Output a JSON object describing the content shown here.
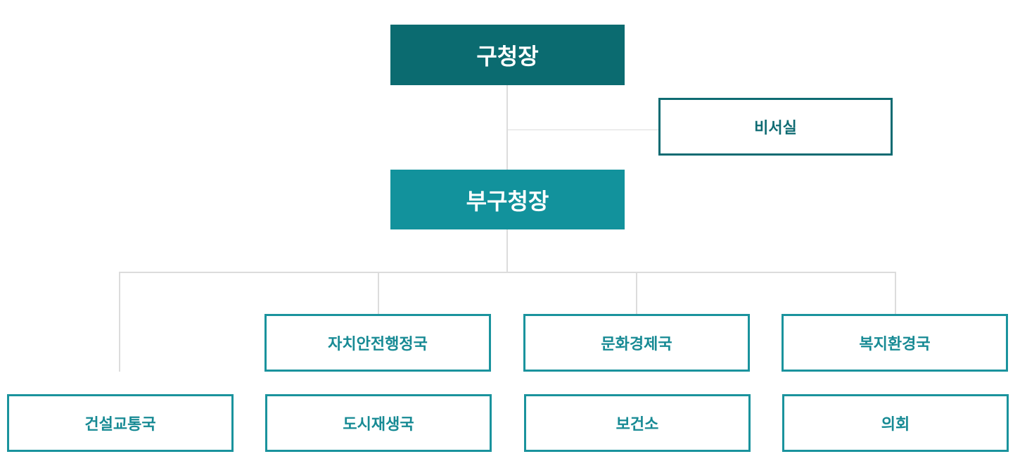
{
  "org_chart": {
    "top": "구청장",
    "secretary": "비서실",
    "deputy": "부구청장",
    "departments_row1": [
      "자치안전행정국",
      "문화경제국",
      "복지환경국"
    ],
    "departments_row2": [
      "건설교통국",
      "도시재생국",
      "보건소",
      "의회"
    ]
  },
  "colors": {
    "top_fill": "#0b6b70",
    "deputy_fill": "#12929c",
    "secretary_border": "#0e6b72",
    "dept_border": "#1a939d",
    "connector": "#dcdcdc"
  }
}
